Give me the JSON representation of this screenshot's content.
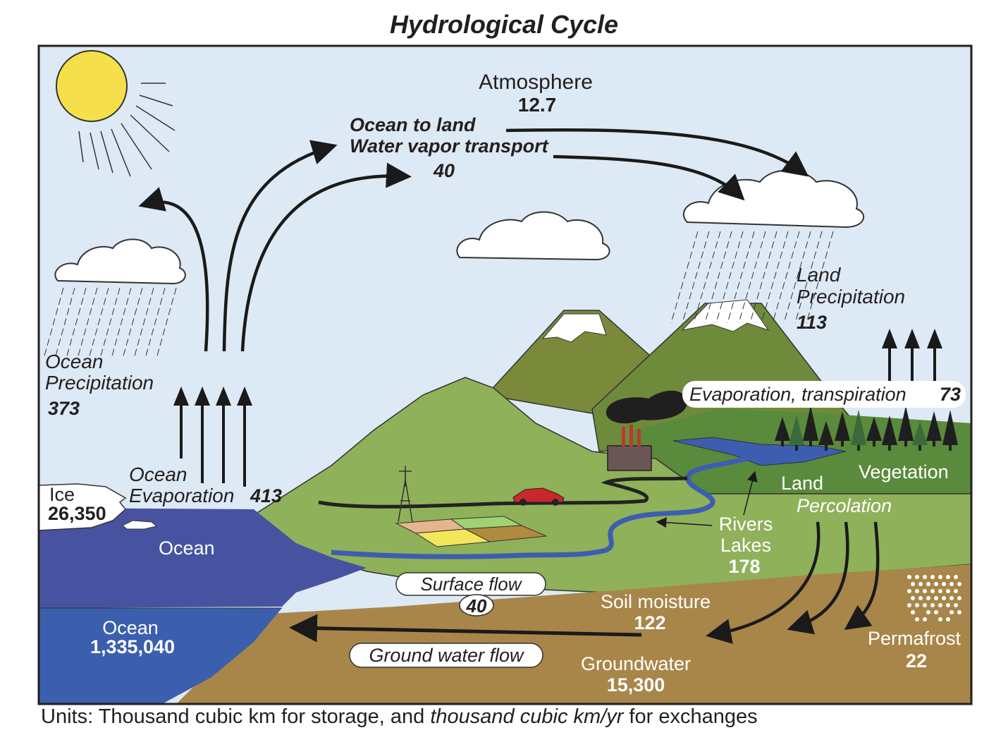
{
  "title": "Hydrological Cycle",
  "units": {
    "prefix": "Units: Thousand cubic km for storage, and ",
    "italic": "thousand cubic km/yr",
    "suffix": " for exchanges"
  },
  "atmosphere": {
    "label": "Atmosphere",
    "value": "12.7"
  },
  "vapor_transport": {
    "line1": "Ocean to land",
    "line2": "Water vapor transport",
    "value": "40"
  },
  "land_precipitation": {
    "line1": "Land",
    "line2": "Precipitation",
    "value": "113"
  },
  "ocean_precipitation": {
    "line1": "Ocean",
    "line2": "Precipitation",
    "value": "373"
  },
  "ocean_evaporation": {
    "line1": "Ocean",
    "line2": "Evaporation",
    "value": "413"
  },
  "evapotranspiration": {
    "label": "Evaporation, transpiration",
    "value": "73"
  },
  "ice": {
    "label": "Ice",
    "value": "26,350"
  },
  "ocean_surface": {
    "label": "Ocean"
  },
  "ocean_storage": {
    "label": "Ocean",
    "value": "1,335,040"
  },
  "vegetation": {
    "label": "Vegetation"
  },
  "land_percolation": {
    "line1": "Land",
    "line2": "Percolation"
  },
  "rivers_lakes": {
    "line1": "Rivers",
    "line2": "Lakes",
    "value": "178"
  },
  "surface_flow": {
    "label": "Surface flow",
    "value": "40"
  },
  "soil_moisture": {
    "label": "Soil moisture",
    "value": "122"
  },
  "groundwater_flow": {
    "label": "Ground water flow"
  },
  "groundwater": {
    "label": "Groundwater",
    "value": "15,300"
  },
  "permafrost": {
    "label": "Permafrost",
    "value": "22"
  },
  "colors": {
    "sky": "#dde9f5",
    "sun": "#f5e04c",
    "ocean_surface": "#4753a1",
    "ocean_deep": "#3b5fae",
    "hill_green": "#8fb15a",
    "land_green": "#5a8a3c",
    "mountain": "#7b8a3a",
    "soil": "#a8864a",
    "river": "#3d5eb0"
  }
}
